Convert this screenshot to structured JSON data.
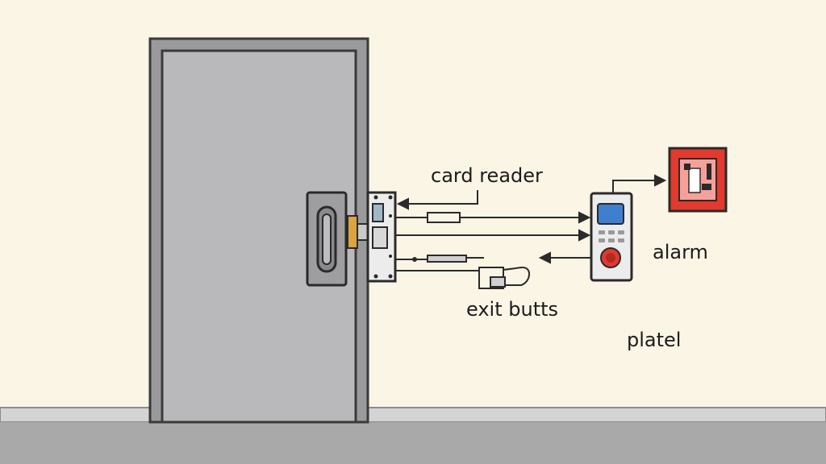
{
  "labels": {
    "card_reader": "card reader",
    "alarm": "alarm",
    "exit_button": "exit butts",
    "plate": "platel"
  },
  "colors": {
    "wall": "#fbf5e6",
    "floor": "#a9a9a9",
    "door": "#b9b9bb",
    "frame": "#8c8c8e",
    "latch": "#d9a441",
    "alarm_red": "#e23a2e",
    "screen_blue": "#3f7fcf",
    "button_red": "#e03a2e",
    "stroke": "#2a2a2a"
  },
  "icons": {
    "handle": "door-handle-icon",
    "alarm": "alarm-box-icon",
    "keypad": "keypad-icon"
  }
}
